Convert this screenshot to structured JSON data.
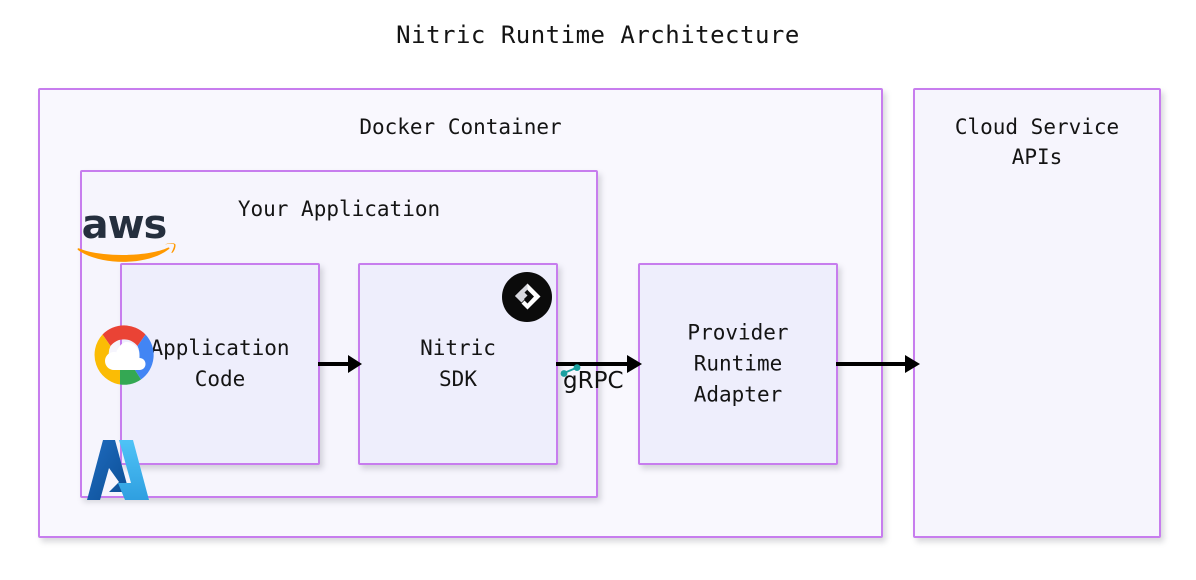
{
  "title": "Nitric Runtime Architecture",
  "containers": {
    "docker": {
      "label": "Docker Container"
    },
    "application": {
      "label": "Your Application"
    },
    "cloud": {
      "label": "Cloud Service\nAPIs"
    }
  },
  "nodes": {
    "application_code": {
      "label": "Application\nCode"
    },
    "nitric_sdk": {
      "label": "Nitric\nSDK",
      "badge_icon": "nitric-logo-icon"
    },
    "provider_adapter": {
      "label": "Provider\nRuntime\nAdapter"
    }
  },
  "edges": {
    "code_to_sdk": {
      "label": ""
    },
    "sdk_to_adapter": {
      "label": "gRPC",
      "mark_icon": "grpc-logo-icon"
    },
    "adapter_to_cloud": {
      "label": ""
    }
  },
  "cloud_providers": [
    {
      "name": "aws",
      "wordmark": "aws",
      "icon": "aws-logo-icon"
    },
    {
      "name": "google-cloud",
      "wordmark": "",
      "icon": "google-cloud-logo-icon"
    },
    {
      "name": "azure",
      "wordmark": "",
      "icon": "azure-logo-icon"
    }
  ],
  "colors": {
    "border": "#c77dee",
    "outer_fill": "#f9f8fe",
    "leaf_fill": "#eeeefc",
    "arrow": "#000000",
    "grpc_mark": "#1aa0a0",
    "aws_text": "#252f3e",
    "aws_swoosh": "#ff9900",
    "gcp_red": "#ea4335",
    "gcp_blue": "#4285f4",
    "gcp_yellow": "#fbbc05",
    "gcp_green": "#34a853",
    "azure_dark": "#0f5fa8",
    "azure_light": "#45b8ef"
  }
}
